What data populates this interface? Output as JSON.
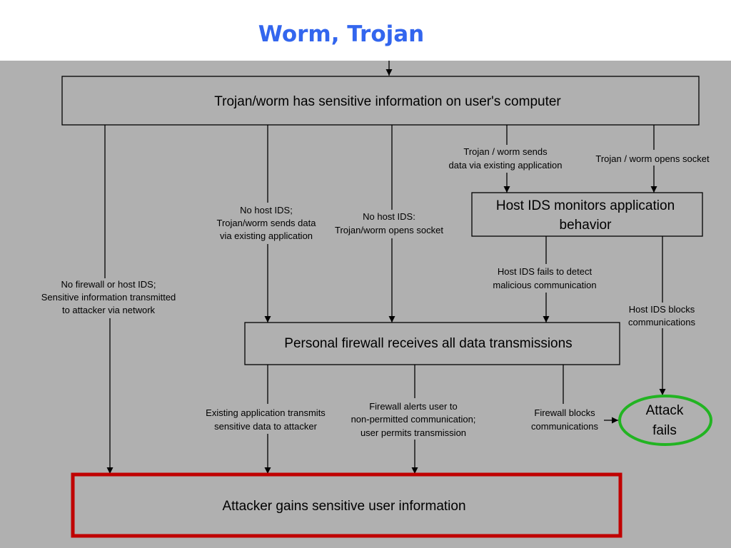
{
  "title": "Worm, Trojan",
  "colors": {
    "background_panel": "#b0b0b0",
    "title": "#3366ee",
    "attack_fails_outline": "#22b422",
    "attacker_gains_outline": "#c00000"
  },
  "nodes": {
    "start": "Trojan/worm has sensitive information on user's computer",
    "host_ids": [
      "Host IDS monitors application",
      "behavior"
    ],
    "firewall": "Personal firewall receives all data transmissions",
    "attacker_gains": "Attacker gains sensitive user information",
    "attack_fails": [
      "Attack",
      "fails"
    ]
  },
  "edge_labels": {
    "no_firewall": [
      "No firewall or host IDS;",
      "Sensitive information transmitted",
      "to attacker via network"
    ],
    "no_host_ids_app": [
      "No host IDS;",
      "Trojan/worm sends data",
      "via existing application"
    ],
    "no_host_ids_socket": [
      "No host IDS:",
      "Trojan/worm opens socket"
    ],
    "sends_existing_app": [
      "Trojan / worm sends",
      "data via existing application"
    ],
    "opens_socket": [
      "Trojan / worm opens socket"
    ],
    "host_ids_fails": [
      "Host IDS fails to detect",
      "malicious communication"
    ],
    "host_ids_blocks": [
      "Host IDS blocks",
      "communications"
    ],
    "existing_app_transmits": [
      "Existing application transmits",
      "sensitive data to attacker"
    ],
    "firewall_alerts": [
      "Firewall alerts user to",
      "non-permitted communication;",
      "user permits transmission"
    ],
    "firewall_blocks": [
      "Firewall blocks",
      "communications"
    ]
  }
}
